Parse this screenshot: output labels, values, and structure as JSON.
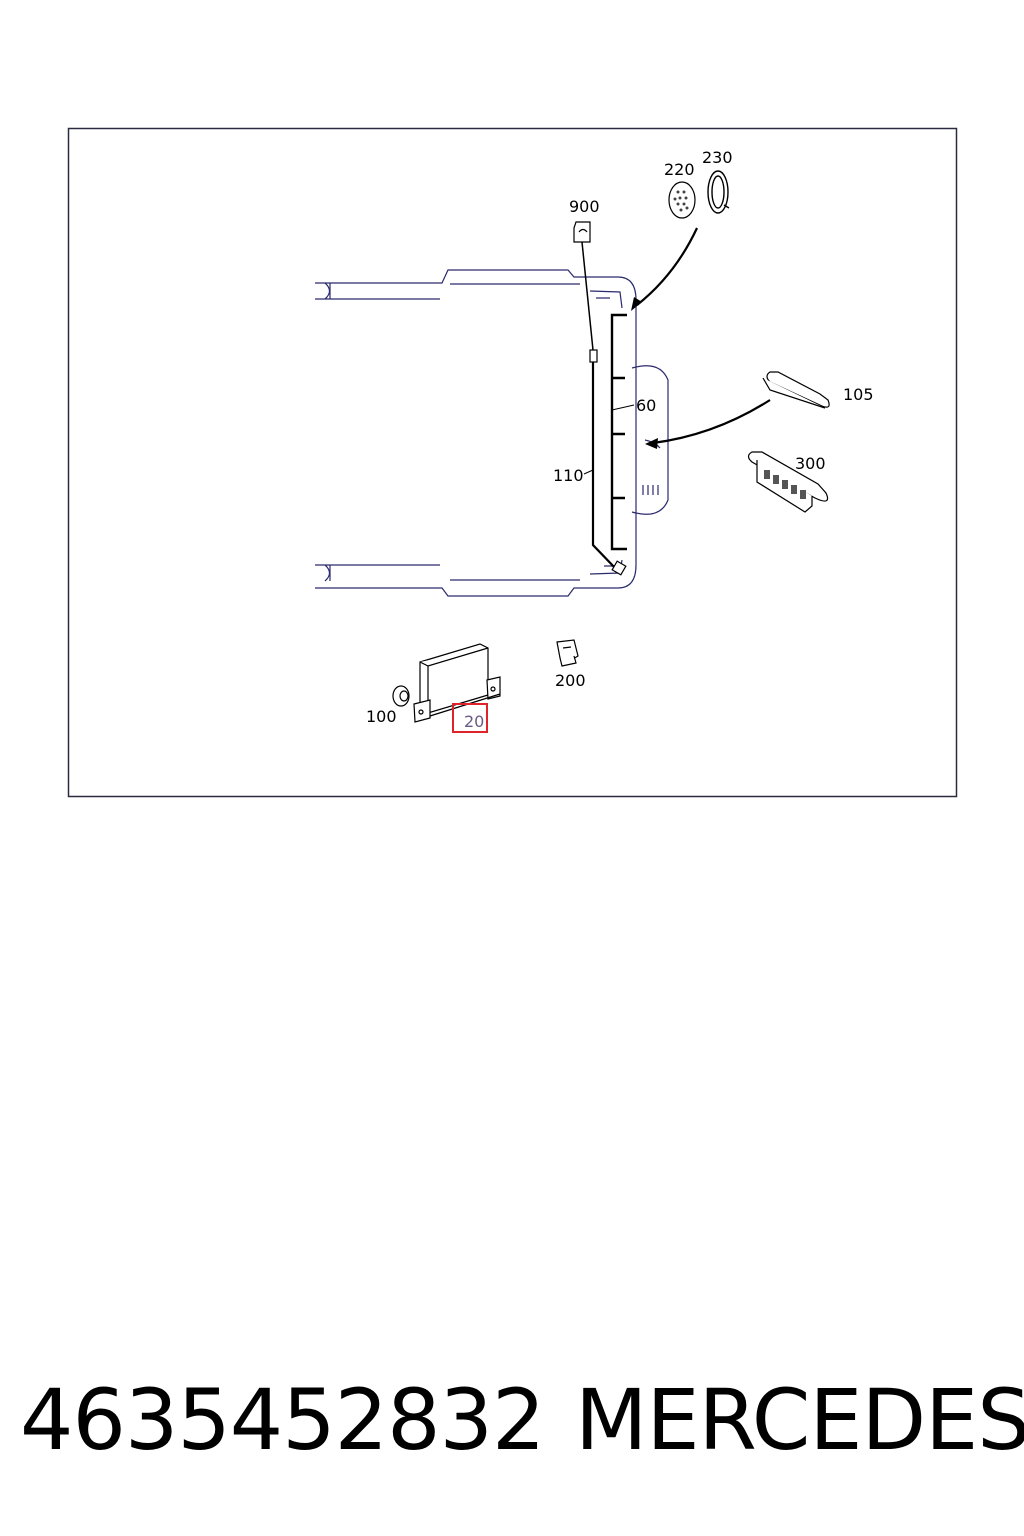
{
  "diagram": {
    "callouts": {
      "c900": "900",
      "c220": "220",
      "c230": "230",
      "c105": "105",
      "c60": "60",
      "c300": "300",
      "c110": "110",
      "c200": "200",
      "c100": "100",
      "c20": "20"
    },
    "highlight_color": "#e0222a",
    "frame_color": "#2a2a55"
  },
  "footer": {
    "part_number": "4635452832",
    "brand": "MERCEDES"
  }
}
